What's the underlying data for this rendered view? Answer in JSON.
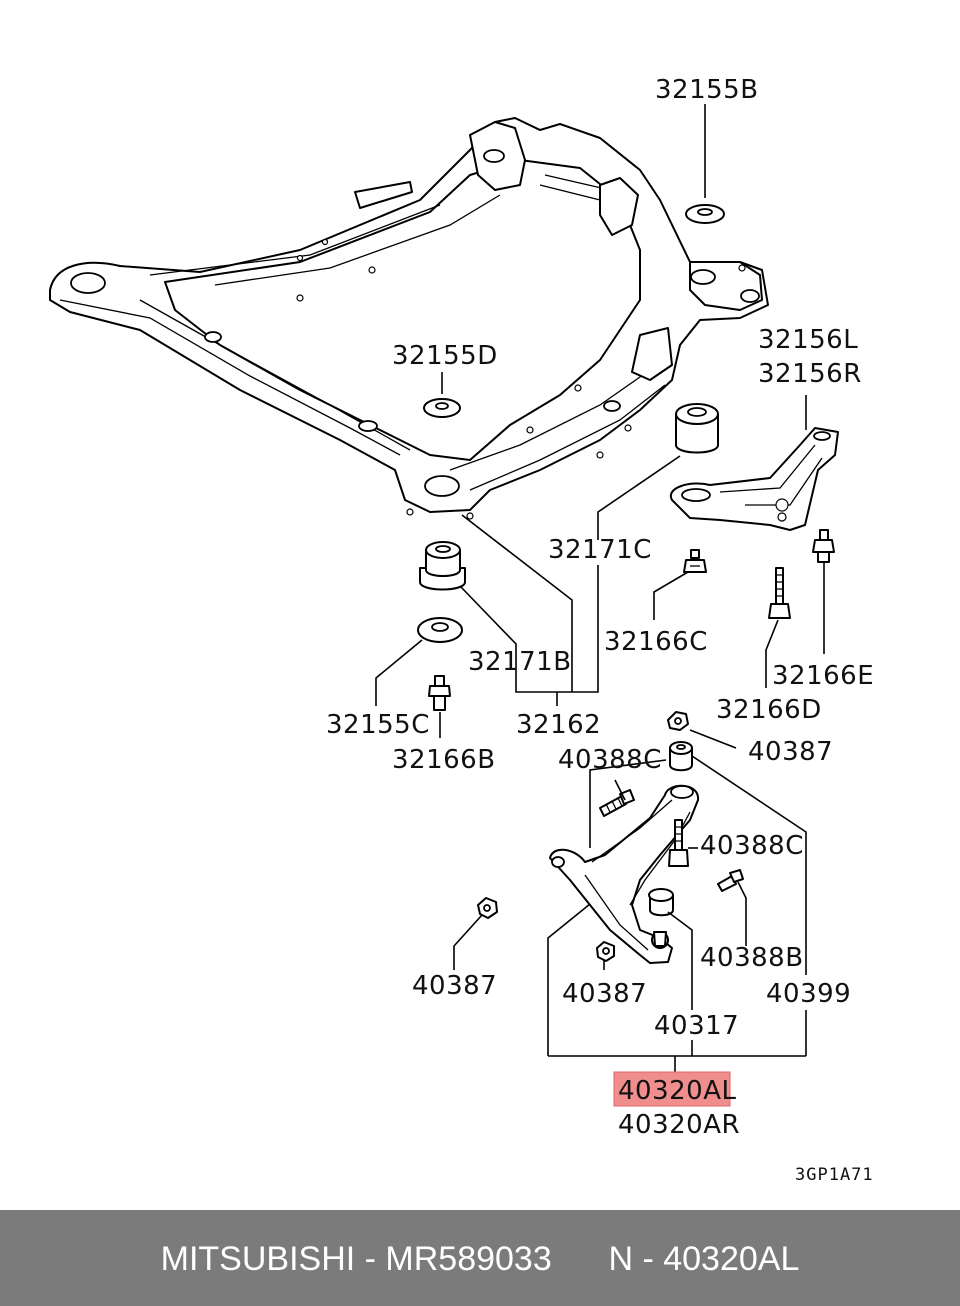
{
  "diagram": {
    "drawing_code": "3GP1A71",
    "highlight_color": "#f08d8d",
    "labels": {
      "p32155B": "32155B",
      "p32155D": "32155D",
      "p32156L": "32156L",
      "p32156R": "32156R",
      "p32171C": "32171C",
      "p32166C": "32166C",
      "p32171B": "32171B",
      "p32166E": "32166E",
      "p32155C": "32155C",
      "p32162": "32162",
      "p32166D": "32166D",
      "p32166B": "32166B",
      "p40388C_a": "40388C",
      "p40387_a": "40387",
      "p40388C_b": "40388C",
      "p40388B": "40388B",
      "p40387_b": "40387",
      "p40387_c": "40387",
      "p40399": "40399",
      "p40317": "40317",
      "p40320AL": "40320AL",
      "p40320AR": "40320AR"
    }
  },
  "footer": {
    "brand": "MITSUBISHI",
    "part_number": "MR589033",
    "ref_prefix": "N",
    "ref_number": "40320AL"
  }
}
